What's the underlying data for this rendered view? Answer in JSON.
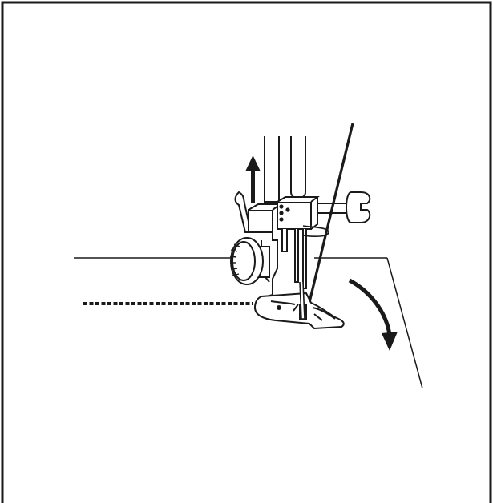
{
  "diagram": {
    "stroke_color": "#1a1a1a",
    "fill_color": "#ffffff",
    "elements": [
      "border-frame",
      "fabric-edge-lines",
      "stitch-line",
      "presser-foot-lever",
      "lift-arrow",
      "needle-bar",
      "presser-bar",
      "needle-clamp",
      "needle-thread",
      "needle-clamp-screw",
      "pivot-fabric-arrow",
      "thumb-screw",
      "presser-foot"
    ]
  }
}
